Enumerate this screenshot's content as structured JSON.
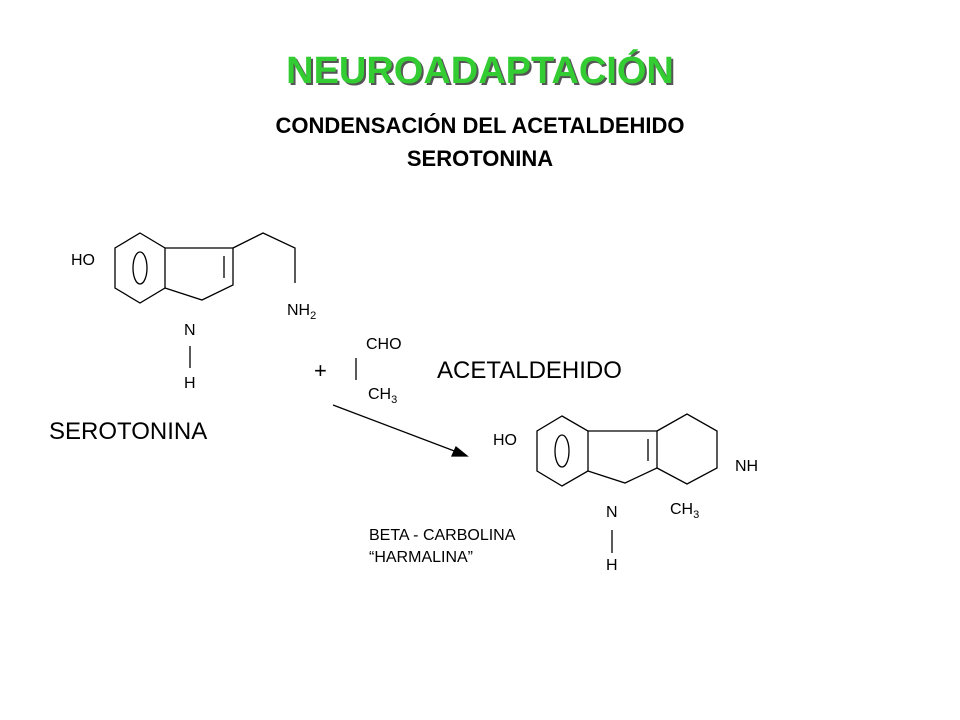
{
  "title": "NEUROADAPTACIÓN",
  "subtitle_line1": "CONDENSACIÓN DEL ACETALDEHIDO",
  "subtitle_line2": "SEROTONINA",
  "colors": {
    "title": "#33cc33",
    "title_shadow": "#555555",
    "text": "#000000"
  },
  "serotonin": {
    "ho": "HO",
    "nh2_base": "NH",
    "nh2_sub": "2",
    "n": "N",
    "h": "H",
    "name": "SEROTONINA"
  },
  "plus": "+",
  "acetaldehyde": {
    "cho": "CHO",
    "ch3_base": "CH",
    "ch3_sub": "3",
    "name": "ACETALDEHIDO"
  },
  "product": {
    "ho": "HO",
    "nh": "NH",
    "n": "N",
    "h": "H",
    "ch3_base": "CH",
    "ch3_sub": "3",
    "name_line1": "BETA - CARBOLINA",
    "name_line2": "“HARMALINA”"
  }
}
